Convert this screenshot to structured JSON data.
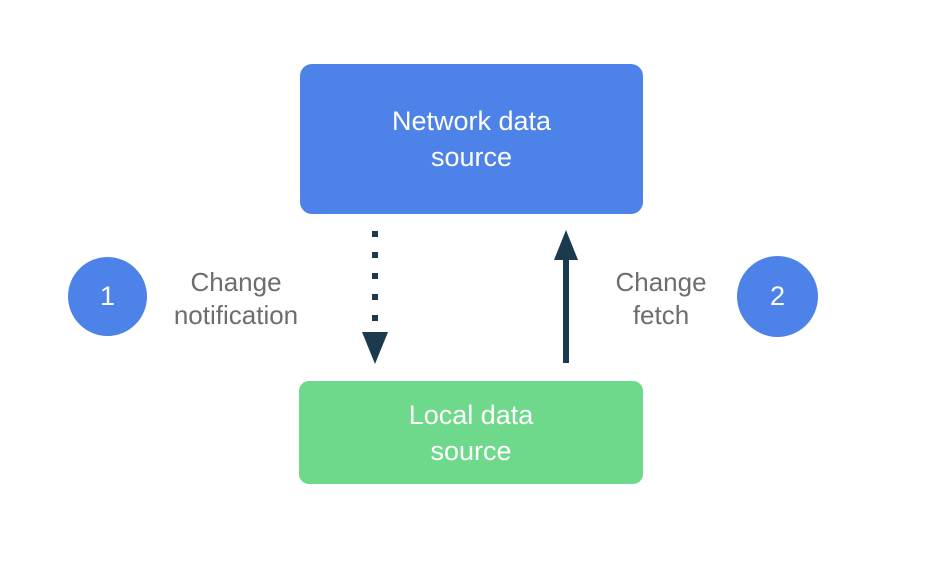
{
  "colors": {
    "node_blue": "#4d82e8",
    "node_green": "#6fd98b",
    "arrow": "#1c3a4e",
    "label_gray": "#6d6d6d",
    "text_white": "#ffffff",
    "canvas_bg": "#ffffff"
  },
  "nodes": {
    "network": {
      "label": "Network data\nsource"
    },
    "local": {
      "label": "Local data\nsource"
    }
  },
  "edges": {
    "notification": {
      "label": "Change\nnotification",
      "badge": "1",
      "style": "dotted",
      "direction": "down",
      "from": "network",
      "to": "local"
    },
    "fetch": {
      "label": "Change\nfetch",
      "badge": "2",
      "style": "solid",
      "direction": "up",
      "from": "local",
      "to": "network"
    }
  }
}
